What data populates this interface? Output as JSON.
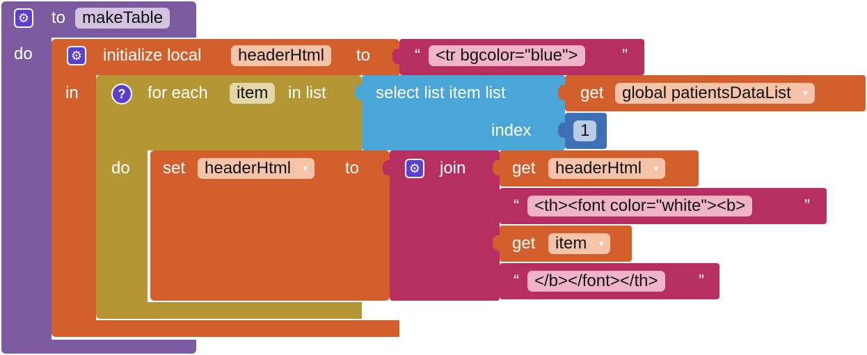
{
  "procedure": {
    "to_label": "to",
    "name": "makeTable",
    "do_label": "do"
  },
  "init_local": {
    "label": "initialize local",
    "var_name": "headerHtml",
    "to_label": "to",
    "in_label": "in"
  },
  "init_value": {
    "open_quote": "“",
    "text": "<tr bgcolor=\"blue\">",
    "close_quote": "”"
  },
  "for_each": {
    "label": "for each",
    "var_name": "item",
    "in_list_label": "in list",
    "do_label": "do",
    "help_icon": "?"
  },
  "select_item": {
    "label": "select list item  list",
    "index_label": "index",
    "index_value": "1"
  },
  "get_global": {
    "label": "get",
    "var_name": "global patientsDataList"
  },
  "set_block": {
    "label": "set",
    "var_name": "headerHtml",
    "to_label": "to"
  },
  "join": {
    "label": "join"
  },
  "join_items": {
    "get1": {
      "label": "get",
      "var_name": "headerHtml"
    },
    "text1": {
      "open_quote": "“",
      "text": "<th><font color=\"white\"><b>",
      "close_quote": "”"
    },
    "get2": {
      "label": "get",
      "var_name": "item"
    },
    "text2": {
      "open_quote": "“",
      "text": "</b></font></th>",
      "close_quote": "”"
    }
  },
  "dropdown_arrow": "▾",
  "mutator_icon": "⚙",
  "colors": {
    "procedure": "#7b5aa0",
    "local_var": "#d35f2d",
    "control": "#b59634",
    "list": "#4ba6d8",
    "text": "#b72f60",
    "math": "#3f6fb5"
  }
}
